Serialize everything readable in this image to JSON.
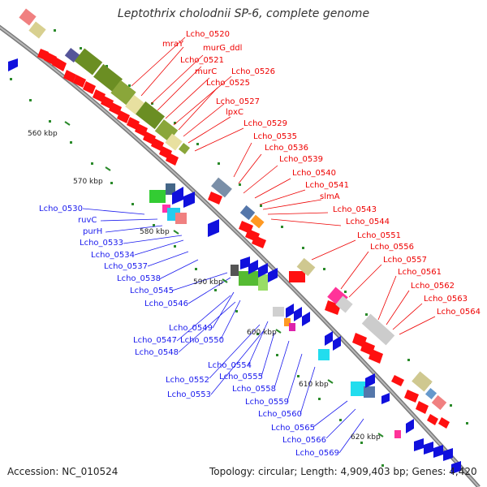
{
  "title": "Leptothrix cholodnii SP-6, complete genome",
  "accession": "Accession: NC_010524",
  "topology": "Topology: circular; Length: 4,909,403 bp; Genes: 4,420",
  "kbp_marks": [
    "560 kbp",
    "570 kbp",
    "580 kbp",
    "590 kbp",
    "600 kbp",
    "610 kbp",
    "620 kbp"
  ],
  "labels_right": [
    "Lcho_0520",
    "mraY",
    "murG_ddl",
    "Lcho_0521",
    "murC",
    "Lcho_0526",
    "Lcho_0525",
    "Lcho_0527",
    "lpxC",
    "Lcho_0529",
    "Lcho_0535",
    "Lcho_0536",
    "Lcho_0539",
    "Lcho_0540",
    "Lcho_0541",
    "slmA",
    "Lcho_0543",
    "Lcho_0544",
    "Lcho_0551",
    "Lcho_0556",
    "Lcho_0557",
    "Lcho_0561",
    "Lcho_0562",
    "Lcho_0563",
    "Lcho_0564"
  ],
  "labels_left": [
    "Lcho_0530",
    "ruvC",
    "purH",
    "Lcho_0533",
    "Lcho_0534",
    "Lcho_0537",
    "Lcho_0538",
    "Lcho_0545",
    "Lcho_0546",
    "Lcho_0549",
    "Lcho_0547",
    "Lcho_0550",
    "Lcho_0548",
    "Lcho_0554",
    "Lcho_0552",
    "Lcho_0555",
    "Lcho_0553",
    "Lcho_0558",
    "Lcho_0559",
    "Lcho_0560",
    "Lcho_0565",
    "Lcho_0566",
    "Lcho_0569"
  ],
  "colors": {
    "axis": "#8c8c8c",
    "forward_gene": "#ff0000",
    "reverse_gene": "#1010dd",
    "rna": "#333333",
    "ticks": "#1a7a1a",
    "label_right": "#ee0000",
    "label_left": "#1a1aee"
  }
}
